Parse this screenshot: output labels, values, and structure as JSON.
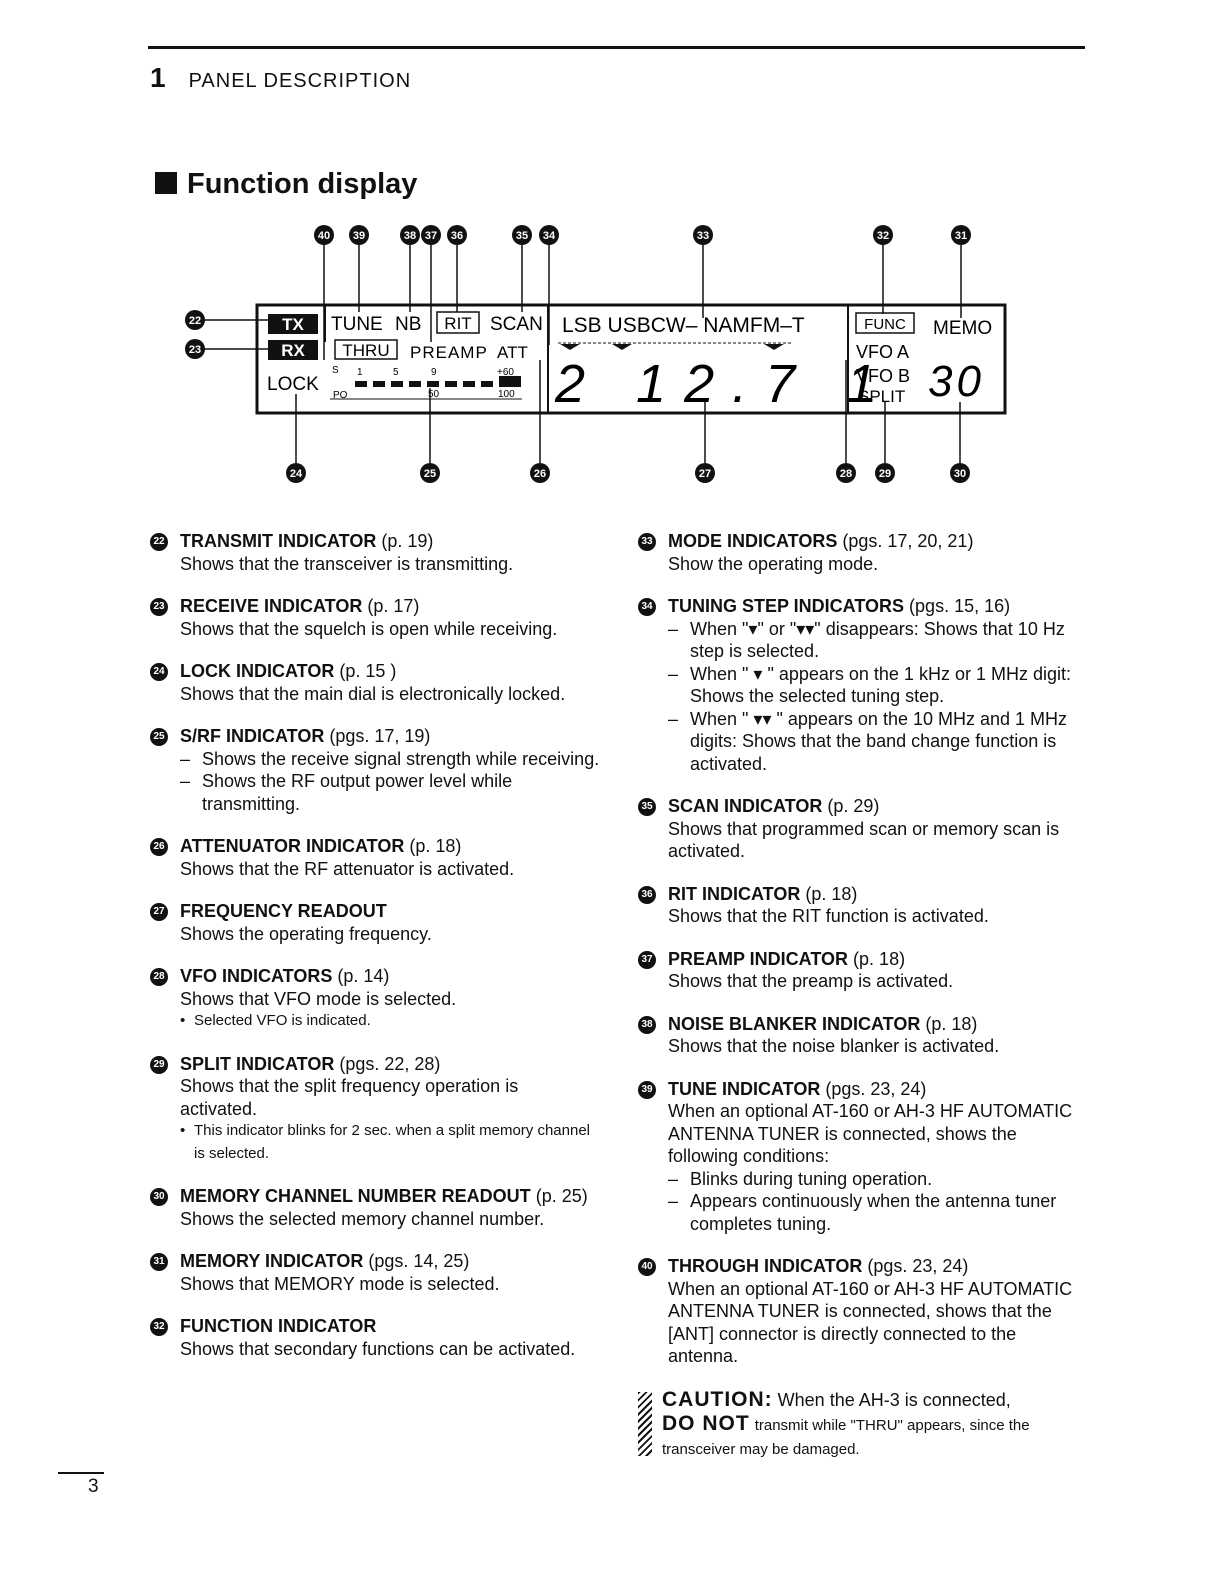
{
  "header": {
    "chapter_num": "1",
    "chapter_title": "PANEL DESCRIPTION"
  },
  "section_title": "Function display",
  "page_number": "3",
  "lcd": {
    "tx": "TX",
    "rx": "RX",
    "tune": "TUNE",
    "nb": "NB",
    "rit": "RIT",
    "scan": "SCAN",
    "modes": "LSB USBCW– NAMFM–T",
    "func": "FUNC",
    "memo": "MEMO",
    "thru": "THRU",
    "preamp": "PREAMP",
    "att": "ATT",
    "lock": "LOCK",
    "meter_scale": [
      "S",
      "1",
      "5",
      "9",
      "+60"
    ],
    "po": "PO",
    "po_50": "50",
    "po_100": "100",
    "vfo_a": "VFO A",
    "vfo_b": "VFO B",
    "split": "SPLIT",
    "freq": "2 12.7 1",
    "mem": "30"
  },
  "callouts_top": [
    "40",
    "39",
    "38",
    "37",
    "36",
    "35",
    "34",
    "33",
    "32",
    "31"
  ],
  "callouts_left": [
    "22",
    "23"
  ],
  "callouts_bottom": [
    "24",
    "25",
    "26",
    "27",
    "28",
    "29",
    "30"
  ],
  "left_items": [
    {
      "num": "22",
      "title": "TRANSMIT INDICATOR",
      "pages": "(p. 19)",
      "lines": [
        "Shows that the transceiver is transmitting."
      ]
    },
    {
      "num": "23",
      "title": "RECEIVE INDICATOR",
      "pages": "(p. 17)",
      "lines": [
        "Shows that the squelch is open while receiving."
      ]
    },
    {
      "num": "24",
      "title": "LOCK INDICATOR",
      "pages": "(p. 15 )",
      "lines": [
        "Shows that the main dial is electronically locked."
      ]
    },
    {
      "num": "25",
      "title": "S/RF INDICATOR",
      "pages": "(pgs. 17, 19)",
      "dashes": [
        "Shows the receive signal strength while receiving.",
        "Shows the RF output power level while transmitting."
      ]
    },
    {
      "num": "26",
      "title": "ATTENUATOR INDICATOR",
      "pages": "(p. 18)",
      "lines": [
        "Shows that the RF attenuator is activated."
      ]
    },
    {
      "num": "27",
      "title": "FREQUENCY READOUT",
      "pages": "",
      "lines": [
        "Shows the operating frequency."
      ]
    },
    {
      "num": "28",
      "title": "VFO INDICATORS",
      "pages": "(p. 14)",
      "lines": [
        "Shows that VFO mode is selected."
      ],
      "notes": [
        "Selected VFO is indicated."
      ]
    },
    {
      "num": "29",
      "title": "SPLIT INDICATOR",
      "pages": "(pgs. 22, 28)",
      "lines": [
        "Shows that the split frequency operation is activated."
      ],
      "notes": [
        "This indicator blinks for 2 sec. when a split memory channel is selected."
      ]
    },
    {
      "num": "30",
      "title": "MEMORY CHANNEL NUMBER READOUT",
      "pages": "(p. 25)",
      "lines": [
        "Shows the selected memory channel number."
      ]
    },
    {
      "num": "31",
      "title": "MEMORY INDICATOR",
      "pages": "(pgs. 14, 25)",
      "lines": [
        "Shows that MEMORY mode is selected."
      ]
    },
    {
      "num": "32",
      "title": "FUNCTION INDICATOR",
      "pages": "",
      "lines": [
        "Shows that secondary functions can be activated."
      ]
    }
  ],
  "right_items": [
    {
      "num": "33",
      "title": "MODE INDICATORS",
      "pages": "(pgs. 17, 20, 21)",
      "lines": [
        "Show the operating mode."
      ]
    },
    {
      "num": "34",
      "title": "TUNING STEP INDICATORS",
      "pages": "(pgs. 15, 16)",
      "dashes": [
        "When \"▾\" or \"▾▾\" disappears: Shows that 10 Hz step is selected.",
        "When \" ▾ \" appears on the 1 kHz or 1 MHz digit: Shows the selected tuning step.",
        "When \" ▾▾ \" appears on the 10 MHz and 1 MHz digits: Shows that the band change function is activated."
      ]
    },
    {
      "num": "35",
      "title": "SCAN INDICATOR",
      "pages": "(p. 29)",
      "lines": [
        "Shows that programmed scan or memory scan is activated."
      ]
    },
    {
      "num": "36",
      "title": "RIT INDICATOR",
      "pages": "(p. 18)",
      "lines": [
        "Shows that the RIT function is activated."
      ]
    },
    {
      "num": "37",
      "title": "PREAMP INDICATOR",
      "pages": "(p. 18)",
      "lines": [
        "Shows that the preamp is activated."
      ]
    },
    {
      "num": "38",
      "title": "NOISE BLANKER INDICATOR",
      "pages": "(p. 18)",
      "lines": [
        "Shows that the noise blanker is activated."
      ]
    },
    {
      "num": "39",
      "title": "TUNE INDICATOR",
      "pages": "(pgs. 23, 24)",
      "lines": [
        "When an optional AT-160 or AH-3 HF AUTOMATIC ANTENNA TUNER is connected, shows the following conditions:"
      ],
      "dashes": [
        "Blinks during tuning operation.",
        "Appears continuously when the antenna tuner completes tuning."
      ]
    },
    {
      "num": "40",
      "title": "THROUGH INDICATOR",
      "pages": "(pgs. 23, 24)",
      "lines": [
        "When an optional AT-160 or AH-3 HF AUTOMATIC ANTENNA TUNER is connected, shows that the [ANT] connector is directly connected to the antenna."
      ]
    }
  ],
  "caution": {
    "label": "CAUTION:",
    "lead": "When the AH-3 is connected,",
    "donot": "DO NOT",
    "rest": "transmit while \"THRU\" appears, since the transceiver may be damaged."
  }
}
